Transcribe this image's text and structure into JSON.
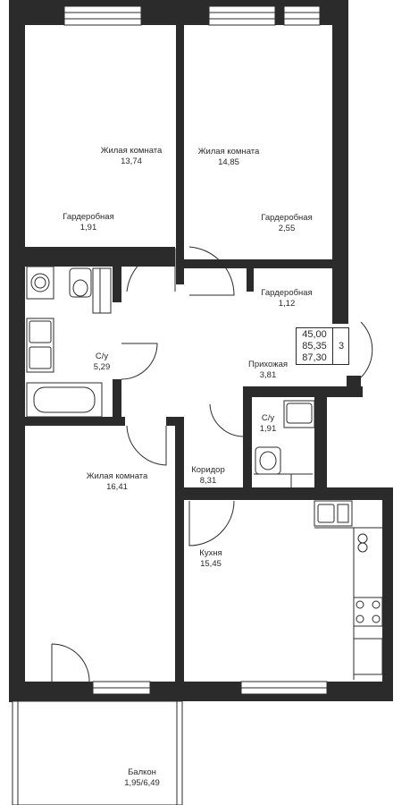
{
  "rooms": [
    {
      "id": "living1",
      "name": "Жилая комната",
      "area": "13,74"
    },
    {
      "id": "living2",
      "name": "Жилая комната",
      "area": "14,85"
    },
    {
      "id": "wardrobe1",
      "name": "Гардеробная",
      "area": "1,91"
    },
    {
      "id": "wardrobe2",
      "name": "Гардеробная",
      "area": "2,55"
    },
    {
      "id": "wardrobe3",
      "name": "Гардеробная",
      "area": "1,12"
    },
    {
      "id": "bath1",
      "name": "С/у",
      "area": "5,29"
    },
    {
      "id": "hall",
      "name": "Прихожая",
      "area": "3,81"
    },
    {
      "id": "bath2",
      "name": "С/у",
      "area": "1,91"
    },
    {
      "id": "corridor",
      "name": "Коридор",
      "area": "8,31"
    },
    {
      "id": "living3",
      "name": "Жилая комната",
      "area": "16,41"
    },
    {
      "id": "kitchen",
      "name": "Кухня",
      "area": "15,45"
    },
    {
      "id": "balcony",
      "name": "Балкон",
      "area": "1,95/6,49"
    }
  ],
  "summary": {
    "living_area": "45,00",
    "total_area": "85,35",
    "total_area_with_balcony": "87,30",
    "room_count": "3"
  }
}
